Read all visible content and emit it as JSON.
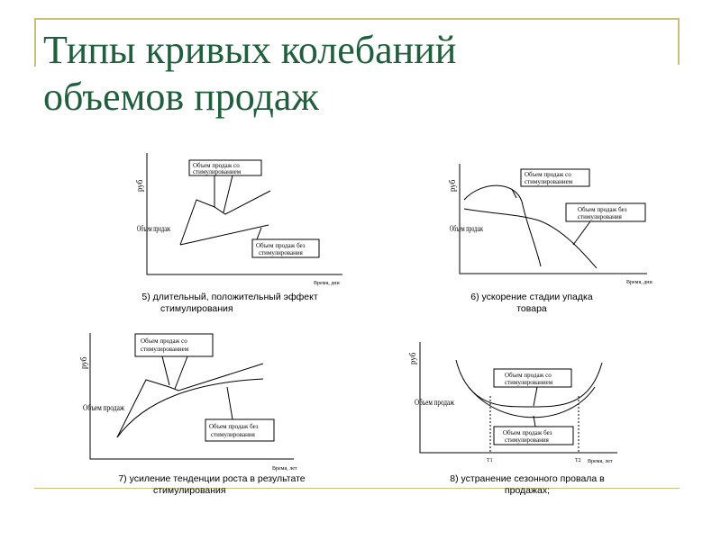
{
  "title": {
    "line1": "Типы кривых колебаний",
    "line2": "объемов продаж"
  },
  "axis_labels": {
    "rub": "руб",
    "volume": "Объем продаж",
    "time_days": "Время, дни",
    "time_years": "Время, лет"
  },
  "labels": {
    "with_stim": "Объем продаж со стимулированием",
    "with_stim_l1": "Объем продаж со",
    "with_stim_l2": "стимулированием",
    "without_stim_l1": "Объем продаж без",
    "without_stim_l2": "стимулирования",
    "t1": "T1",
    "t2": "T2"
  },
  "captions": {
    "c5_l1": "5) длительный, положительный эффект",
    "c5_l2": "стимулирования",
    "c6_l1": "6) ускорение стадии упадка",
    "c6_l2": "товара",
    "c7_l1": "7) усиление тенденции роста в результате",
    "c7_l2": "стимулирования",
    "c8_l1": "8) устранение сезонного провала в",
    "c8_l2": "продажах;"
  },
  "colors": {
    "title": "#1f5f3c",
    "frame": "#c8bf7a",
    "lines": "#000000"
  }
}
